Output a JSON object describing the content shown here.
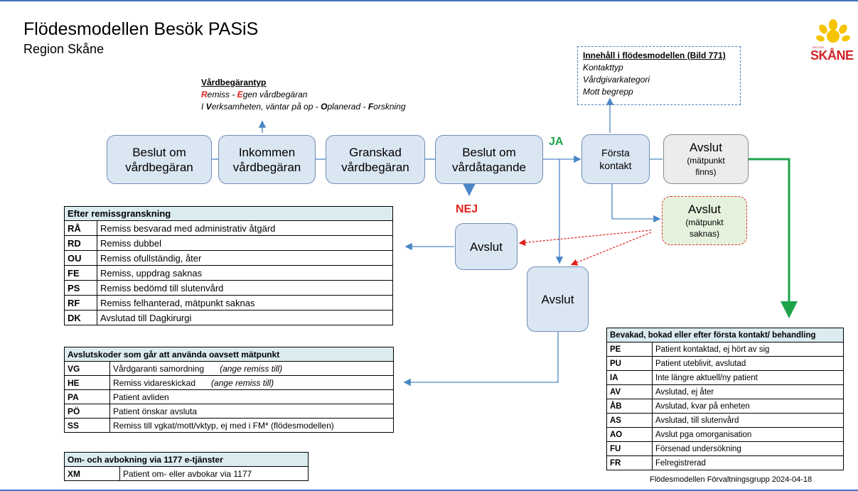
{
  "header": {
    "title": "Flödesmodellen Besök PASiS",
    "subtitle": "Region Skåne",
    "logo_small": "REGION",
    "logo_text": "SKÅNE"
  },
  "colors": {
    "frame_blue": "#4472c4",
    "box_fill": "#dbe6f3",
    "box_border": "#6f8fb5",
    "arrow_blue": "#4a86c5",
    "arrow_green": "#1ea34a",
    "arrow_red": "#e0211c",
    "table_header": "#dbecf1",
    "logo_yellow": "#f6c400",
    "logo_red": "#d0232b"
  },
  "flow": {
    "beslut_om_vardbegaran": [
      "Beslut om",
      "vårdbegäran"
    ],
    "inkommen_vardbegaran": [
      "Inkommen",
      "vårdbegäran"
    ],
    "granskad_vardbegaran": [
      "Granskad",
      "vårdbegäran"
    ],
    "beslut_om_vardatagande": [
      "Beslut om",
      "vårdåtagande"
    ],
    "forsta_kontakt": [
      "Första",
      "kontakt"
    ],
    "avslut_matpunkt_finns": {
      "title": "Avslut",
      "sub": [
        "(mätpunkt",
        "finns)"
      ]
    },
    "avslut_matpunkt_saknas": {
      "title": "Avslut",
      "sub": [
        "(mätpunkt",
        "saknas)"
      ]
    },
    "avslut_nej": "Avslut",
    "avslut_mid": "Avslut",
    "ja": "JA",
    "nej": "NEJ"
  },
  "vardbegarantyp": {
    "heading": "Vårdbegärantyp",
    "line1": [
      {
        "b": "R",
        "t": "emiss  - "
      },
      {
        "b": "E",
        "t": "gen vårdbegäran"
      }
    ],
    "line2": [
      {
        "pre": "I ",
        "b": "V",
        "t": "erksamheten, väntar på op - "
      },
      {
        "b": "O",
        "t": "planerad  - "
      },
      {
        "b": "F",
        "t": "orskning"
      }
    ]
  },
  "innehall": {
    "heading": "Innehåll i flödesmodellen (Bild 771)",
    "items": [
      "Kontakttyp",
      "Vårdgivarkategori",
      "Mott begrepp"
    ]
  },
  "table_remiss": {
    "heading": "Efter remissgranskning",
    "rows": [
      [
        "RÅ",
        "Remiss besvarad med administrativ åtgärd"
      ],
      [
        "RD",
        "Remiss dubbel"
      ],
      [
        "OU",
        "Remiss ofullständig, åter"
      ],
      [
        "FE",
        "Remiss, uppdrag saknas"
      ],
      [
        "PS",
        "Remiss bedömd till slutenvård"
      ],
      [
        "RF",
        "Remiss felhanterad, mätpunkt saknas"
      ],
      [
        "DK",
        "Avslutad till Dagkirurgi"
      ]
    ]
  },
  "table_avslut": {
    "heading": "Avslutskoder som går att använda oavsett mätpunkt",
    "rows": [
      [
        "VG",
        "Vårdgaranti samordning",
        "(ange remiss till)"
      ],
      [
        "HE",
        "Remiss vidareskickad",
        "(ange remiss till)"
      ],
      [
        "PA",
        "Patient avliden",
        ""
      ],
      [
        "PÖ",
        "Patient önskar avsluta",
        ""
      ],
      [
        "SS",
        "Remiss till  vgkat/mott/vktyp, ej  med i FM* (flödesmodellen)",
        ""
      ]
    ]
  },
  "table_1177": {
    "heading": "Om- och avbokning via 1177 e-tjänster",
    "rows": [
      [
        "XM",
        "Patient om- eller avbokar via 1177"
      ]
    ]
  },
  "table_bevakad": {
    "heading": "Bevakad,  bokad eller efter första kontakt/ behandling",
    "rows": [
      [
        "PE",
        "Patient kontaktad, ej hört av sig"
      ],
      [
        "PU",
        "Patient uteblivit, avslutad"
      ],
      [
        "IA",
        "Inte längre aktuell/ny patient"
      ],
      [
        "AV",
        "Avslutad, ej åter"
      ],
      [
        "ÅB",
        "Avslutad, kvar på enheten"
      ],
      [
        "AS",
        "Avslutad, till slutenvård"
      ],
      [
        "AO",
        "Avslut pga omorganisation"
      ],
      [
        "FU",
        "Försenad undersökning"
      ],
      [
        "FR",
        "Felregistrerad"
      ]
    ]
  },
  "footer": "Flödesmodellen Förvaltningsgrupp 2024-04-18"
}
